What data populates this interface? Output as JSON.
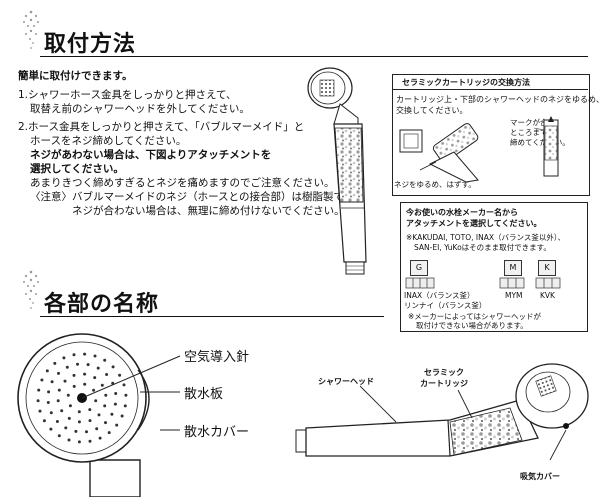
{
  "sections": {
    "install_title": "取付方法",
    "parts_title": "各部の名称"
  },
  "install": {
    "intro": "簡単に取付けできます。",
    "step1_a": "1.シャワーホース金具をしっかりと押さえて、",
    "step1_b": "取替え前のシャワーヘッドを外してください。",
    "step2_a": "2.ホース金具をしっかりと押さえて、「バブルマーメイド」と",
    "step2_b": "ホースをネジ締めしてください。",
    "note_bold_a": "ネジがあわない場合は、下図よりアタッチメントを",
    "note_bold_b": "選択してください。",
    "note1": "あまりきつく締めすぎるとネジを痛めますのでご注意ください。",
    "note2": "〈注意〉バブルマーメイドのネジ（ホースとの接合部）は樹脂製です。",
    "note3": "ネジが合わない場合は、無理に締め付けないでください。"
  },
  "cartridge_box": {
    "title": "セラミックカートリッジの交換方法",
    "line1": "カートリッジ上・下部のシャワーヘッドのネジをゆるめ、",
    "line2": "交換してください。",
    "mark_a": "マークが合う",
    "mark_b": "ところまで",
    "mark_c": "締めてください。",
    "loosen": "ネジをゆるめ、はずす。"
  },
  "maker_box": {
    "title_a": "今お使いの水栓メーカー名から",
    "title_b": "アタッチメントを選択してください。",
    "note_a": "※KAKUDAI, TOTO, INAX（バランス釜以外）、",
    "note_b": "SAN-EI, YuKoはそのまま取付できます。",
    "badges": [
      "G",
      "M",
      "K"
    ],
    "g_label_a": "INAX（バランス釜）",
    "g_label_b": "リンナイ（バランス釜）",
    "m_label": "MYM",
    "k_label": "KVK",
    "foot_a": "※メーカーによってはシャワーヘッドが",
    "foot_b": "取付けできない場合があります。"
  },
  "parts": {
    "air_needle": "空気導入針",
    "spray_plate": "散水板",
    "spray_cover": "散水カバー",
    "shower_head": "シャワーヘッド",
    "ceramic_a": "セラミック",
    "ceramic_b": "カートリッジ",
    "intake_cover": "吸気カバー"
  }
}
